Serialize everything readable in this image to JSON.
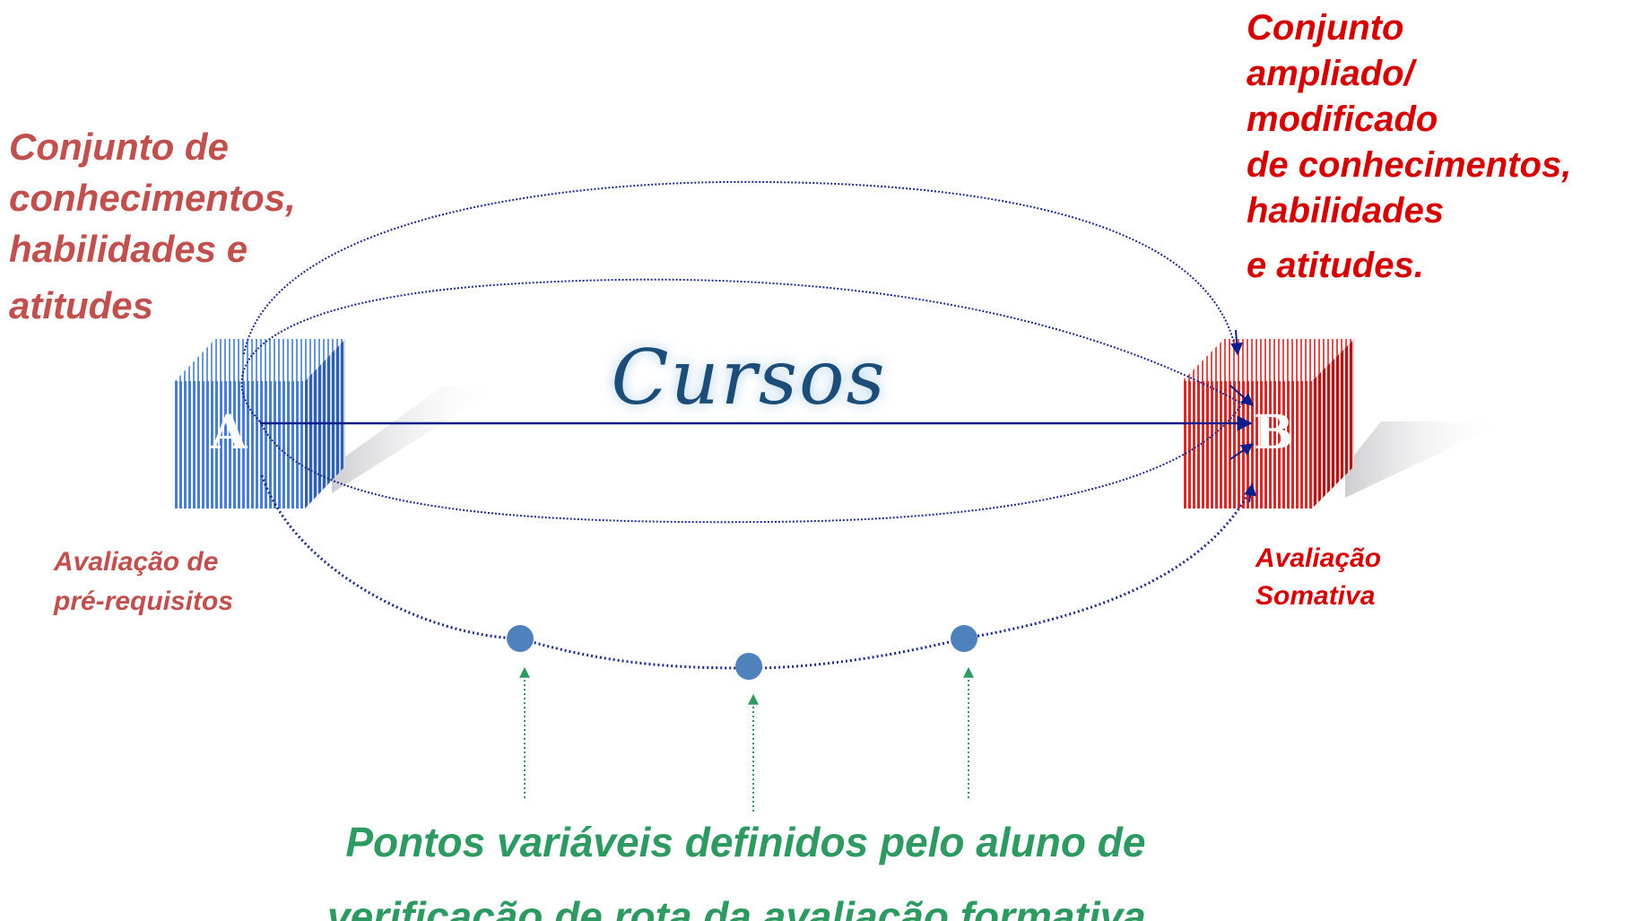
{
  "labels": {
    "left_title": [
      "Conjunto de",
      "conhecimentos,",
      "habilidades e",
      "atitudes"
    ],
    "right_title": [
      "Conjunto",
      "ampliado/",
      "modificado",
      "de conhecimentos,",
      "habilidades",
      "e atitudes."
    ],
    "left_subtitle": [
      "Avaliação de",
      "pré-requisitos"
    ],
    "right_subtitle": [
      "Avaliação",
      "Somativa"
    ],
    "center_title": "Cursos",
    "box_a": "A",
    "box_b": "B",
    "bottom_caption": [
      "Pontos variáveis definidos pelo aluno de",
      "verificação de rota da avaliação formativa"
    ]
  },
  "colors": {
    "left_text": "#c0504d",
    "right_text": "#d40000",
    "caption": "#2e9a62",
    "box_a": "#4a7fd0",
    "box_b": "#d42a2a",
    "arrows": "#0a1e8c",
    "dots": "#4f81bd",
    "cursos": "#1f4e79"
  }
}
